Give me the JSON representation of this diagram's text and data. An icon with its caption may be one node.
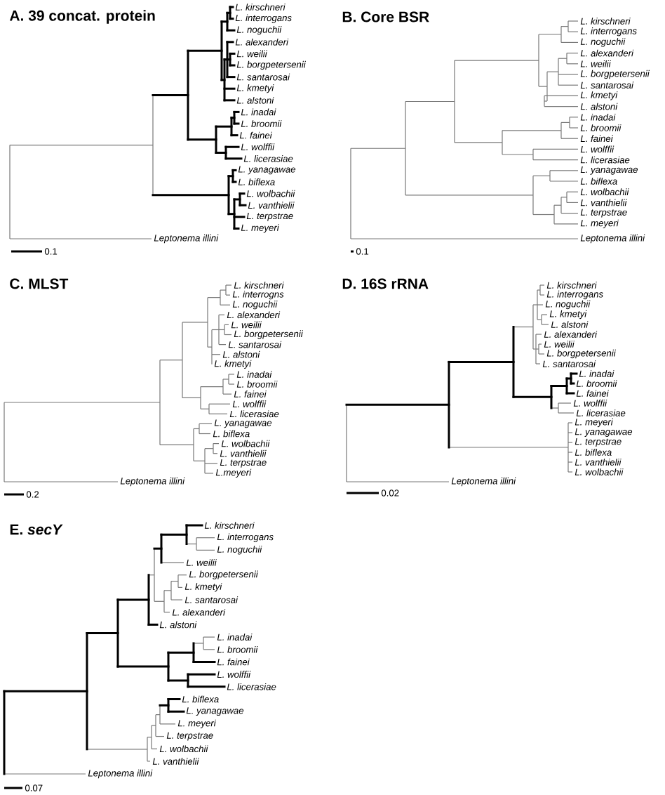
{
  "diagram": {
    "labels": [
      "A. 39 concat. protein",
      "L. kirschneri",
      "L. interrogans",
      "L. noguchii",
      "L. alexanderi",
      "L. weilii",
      "L. borgpetersenii",
      "L. santarosai",
      "L. kmetyi",
      "L. alstoni",
      "L. inadai",
      "L. broomii",
      "L. fainei",
      "L. wolffii",
      "L. licerasiae",
      "L. yanagawae",
      "L. biflexa",
      "L. wolbachii",
      "L. vanthielii",
      "L. terpstrae",
      "L. meyeri",
      "Leptonema illini",
      "0.1",
      "B. Core BSR",
      "L. kirschneri",
      "L. interrogans",
      "L. noguchii",
      "L. alexanderi",
      "L. weilii",
      "L. borgpetersenii",
      "L. santarosai",
      "L. kmetyi",
      "L. alstoni",
      "L. inadai",
      "L. broomii",
      "L. fainei",
      "L. wolffii",
      "L. licerasiae",
      "L. yanagawae",
      "L. biflexa",
      "L. wolbachii",
      "L. vanthielii",
      "L. terpstrae",
      "L. meyeri",
      "Leptonema illini",
      "0.1",
      "C. MLST",
      "L. kirschneri",
      "L. interrogns",
      "L. noguchii",
      "L. alexanderi",
      "L. weilii",
      "L. borgpetersenii",
      "L. santarosai",
      "L. alstoni",
      "L. kmetyi",
      "L. inadai",
      "L. broomii",
      "L. fainei",
      "L. wolffii",
      "L. licerasiae",
      "L. yanagawae",
      "L. biflexa",
      "L. wolbachii",
      "L. vanthielii",
      "L. terpstrae",
      "L.meyeri",
      "Leptonema illini",
      "0.2",
      "D. 16S rRNA",
      "L. kirschneri",
      "L. interrogans",
      "L. noguchii",
      "L. kmetyi",
      "L. alstoni",
      "L. alexanderi",
      "L. weilii",
      "L. borgpetersenii",
      "L. santarosai",
      "L. inadai",
      "L. broomii",
      "L. fainei",
      "L. wolffii",
      "L. licerasiae",
      "L. meyeri",
      "L. yanagawae",
      "L. terpstrae",
      "L. biflexa",
      "L. vanthielii",
      "L. wolbachii",
      "Leptonema illini",
      "0.02",
      "E. *secY*",
      "L. kirschneri",
      "L. interrogans",
      "L. noguchii",
      "L. weilii",
      "L. borgpetersenii",
      "L. kmetyi",
      "L. santarosai",
      "L. alexanderi",
      "L. alstoni",
      "L. inadai",
      "L. broomii",
      "L. fainei",
      "L. wolffii",
      "L. licerasiae",
      "L. biflexa",
      "L. yanagawae",
      "L. meyeri",
      "L. terpstrae",
      "L. wolbachii",
      "L. vanthielii",
      "Leptonema illini",
      "0.07"
    ]
  }
}
